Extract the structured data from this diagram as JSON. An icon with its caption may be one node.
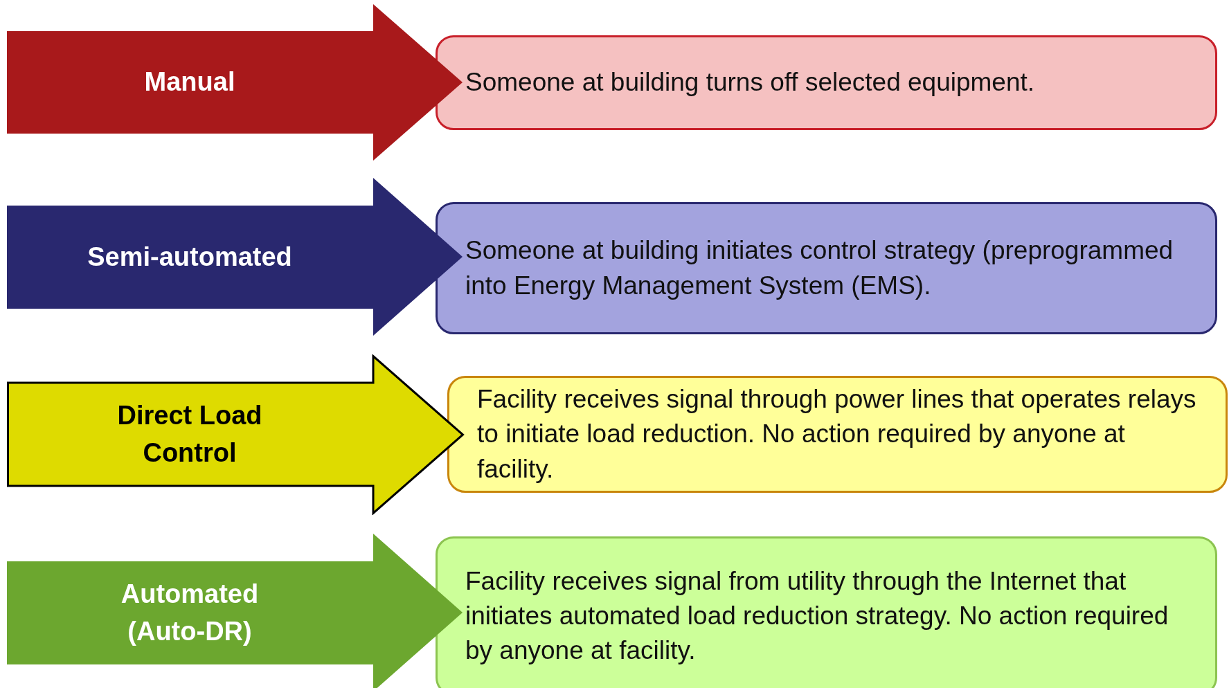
{
  "diagram": {
    "nodes": [
      {
        "text": [
          "Manual"
        ]
      },
      {
        "text": [
          "Someone at building turns off selected equipment."
        ]
      },
      {
        "text": [
          "Semi-automated"
        ]
      },
      {
        "text": [
          "Someone at building initiates control strategy (preprogrammed into Energy Management System (EMS)."
        ]
      },
      {
        "text": [
          "Direct Load Control"
        ]
      },
      {
        "text": [
          "Facility receives signal through power lines that operates relays to initiate load reduction. No action required by anyone at facility."
        ]
      },
      {
        "text": [
          "Automated (Auto-DR)"
        ]
      },
      {
        "text": [
          "Facility receives signal from utility through the Internet that initiates automated load reduction strategy. No action required by anyone at facility."
        ]
      }
    ]
  }
}
